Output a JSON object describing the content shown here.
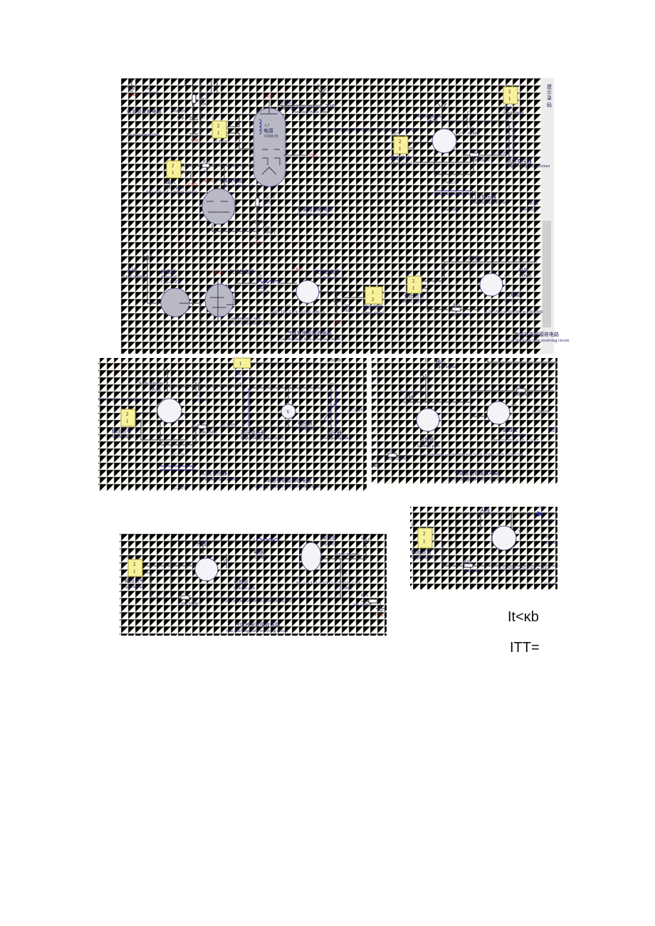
{
  "figures": {
    "top": {
      "emission_title_cn": "行波管发射电路",
      "emission_title_en": "Emission amplifier",
      "cap_label": "Cap",
      "cap_value": "1000PF",
      "gnd": "GND",
      "ac5v": "AC5V",
      "r16": "R16",
      "r_2k": "2K",
      "c7": "C7",
      "p_ac350": "AC350V",
      "input_cn": "输入",
      "input_en": "Input signal",
      "input_model": "ГР1-0.25/1.5、ZQM1-400/16",
      "r_1k": "1K",
      "plus450": "+450V",
      "plus330": "+330V",
      "gas_tube_cn": "气体放电管",
      "gas_tube_en": "Gas discharge tube",
      "twt_ref": "B1-B101",
      "twt_cn": "行波管",
      "twt_en": "Traveling Wave Tube",
      "knife_antenna": "Knife antenna",
      "antenna_cn": "天线",
      "inductor_cn": "电感",
      "inductor_val": "3300UH",
      "e7": "E7",
      "p7": "P7",
      "l7": "L7",
      "v7": "V7",
      "mercury_model": "м-100/5000,м-100/1000,Ы5:501V,ZQM1-50/5,ZQ1-2.5/4",
      "output_cn": "输出信号",
      "output_en": "output signal",
      "r_20k": "20K/1MW",
      "ac10kv": "AC10kv",
      "hv_cn": "高压变压器",
      "hv_en": "High voltage transformer",
      "ac25": "AC2.5V",
      "fil_cn": "灯丝变压器",
      "fil_en": "Filament transformer",
      "ac220": "AC220V",
      "t7": "T7",
      "mercury_title_cn": "水银",
      "mercury_title_en": "Mercury i",
      "photocell_cn": "光电管",
      "photocell_en": "Photocell",
      "photocell_model": "CIB-4 1Z11",
      "minus80": "+80V",
      "inductor2_val": "330UH",
      "v7_model": "6Ш7,ТГ1-2.5/4, ZQM1-400/16",
      "gas_model": "м-100/1000、ZQ1-2.5/4",
      "cap100": "100PF",
      "gas_circuit_cn": "气体放电管接收电路",
      "gas_circuit_en": "Gas discharge tube receiving circuit",
      "ign_cn": "引燃管",
      "ign_en": "Ignition pipe",
      "ign_model": "м-20/1500,м-50/1500,м-100/1000",
      "inductor3_val": "330MH",
      "side_text": [
        "提",
        "示",
        "录",
        "码"
      ]
    },
    "mid_left": {
      "model": "501V,ZQM1-50/5,ZQ1-2.5/4",
      "knife_antenna": "Knife antenna",
      "antenna_cn": "天线",
      "c7": "C7",
      "cap": "Cap",
      "cap_value": "1000PF",
      "v7": "V7",
      "t7": "T7",
      "p7_pins": [
        "2",
        "1"
      ],
      "output_cn": "输出信号",
      "output_en": "output signal",
      "r16": "R16",
      "r_20k": "20K/1MW",
      "ac10kv": "AC10kv",
      "input_cn": "输入",
      "input_en": "Input signal",
      "inductor": "100mH",
      "voltmeter_sym": "V",
      "voltmeter_cn": "电压表",
      "voltmeter_en": "voltmeter",
      "hv_cn": "高压变压器",
      "hv_en": "High voltage transformer",
      "reg_cn": "调压器",
      "reg_en": "Voltage regulator",
      "ac220": "AC220V",
      "ac25": "AC2.5V",
      "fil_cn": "灯丝变压器",
      "fil_en": "Filament transformer",
      "title_cn": "水银引燃管接收电路",
      "title_en": "Mercury ignition tube receiving circuit"
    },
    "mid_right": {
      "input_cn": "输入",
      "input_en": "Input signal",
      "e7": "E7",
      "knife_antenna": "Knife antenna",
      "antenna_cn": "天线",
      "r16": "R16",
      "r_10k": "10K/1MW",
      "v7": "V7",
      "t7": "T7",
      "ign_cn": "引燃管",
      "ign_en": "Ignition pipe",
      "rect_cn": "整流管",
      "rect_en": "Rectifier tube",
      "rect_model": "ВГ-129,ТГ1-0.5/5,12AU7",
      "ac1000": "AC1000V",
      "hv_cn": "高压",
      "r_20k": "20K/1MW",
      "model": "м-100/5000,м-100/1000,Ы5:501V,ZQM1-50/5,ZQ1-2.5/4",
      "title_cn": "气体放电管接收电路",
      "title_en": "Gas discharge tube receiving circuit"
    },
    "bottom_left": {
      "antenna_cn": "天线",
      "l7": "L7",
      "inductor_cn": "电感",
      "inductor_val": "330MH",
      "thyr_cn": "闸流管",
      "thyr_en": "thyratron",
      "e7": "E7",
      "knife_antenna": "Knife antenna",
      "p7": "P7",
      "p7_pins": [
        "2",
        "1"
      ],
      "output_cn": "输出信号",
      "output_en": "output signal",
      "v7": "V7",
      "ign_cn": "引燃管",
      "ign_en": "Ignition pipe",
      "thyr_model": "ВГ-129,ТГ1-0.5/5,12AU7,ZQ1-2.5/4",
      "c7": "C7",
      "cap100": "100PF",
      "r16": "R16",
      "r_20k": "20K/1MW",
      "gnd": "GND",
      "ign_model": "м-20/1500,м-50/1500,м-100/1000,6L6GC",
      "title_cn": "气体放电管接收电路",
      "title_en": "Gas discharge tube receiving circuit"
    },
    "bottom_right": {
      "p7": "P7",
      "p7_pins": [
        "2",
        "1"
      ],
      "antenna_cn": "天线",
      "d7": "D7",
      "d_val": "10A10",
      "v7": "V7",
      "output_cn": "输出信号",
      "output_en": "output signal",
      "r16": "R16",
      "r_20k": "20K/1MW",
      "model": "м-20/1500,м-50/1500,м-100/",
      "title_frag": "Gas di"
    }
  },
  "body_text": [
    "It<κb",
    "ITT="
  ]
}
